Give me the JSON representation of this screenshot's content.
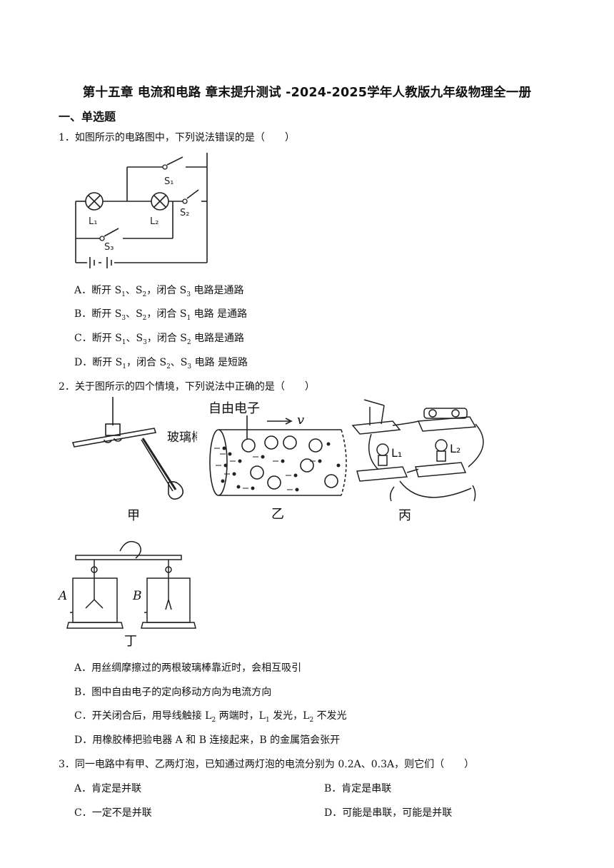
{
  "title": "第十五章 电流和电路 章末提升测试 -2024-2025学年人教版九年级物理全一册",
  "section": "一、单选题",
  "q1": {
    "stem": "1．如图所示的电路图中，下列说法错误的是（　　）",
    "labels": {
      "s1": "S₁",
      "s2": "S₂",
      "s3": "S₃",
      "l1": "L₁",
      "l2": "L₂"
    },
    "options": [
      {
        "letter": "A．",
        "pre": "断开 S",
        "a": "1",
        "mid": "、S",
        "b": "2",
        "mid2": "，闭合 S",
        "c": "3",
        "post": " 电路是通路"
      },
      {
        "letter": "B．",
        "pre": "断开 S",
        "a": "3",
        "mid": "、S",
        "b": "2",
        "mid2": "，闭合 S",
        "c": "1",
        "post": " 电路  是通路"
      },
      {
        "letter": "C．",
        "pre": "断开 S",
        "a": "1",
        "mid": "、S",
        "b": "3",
        "mid2": "，闭合 S",
        "c": "2",
        "post": " 电路是通路"
      },
      {
        "letter": "D．",
        "pre": "断开  S",
        "a": "1",
        "mid": "，闭合 S",
        "b": "2",
        "mid2": "、S",
        "c": "3",
        "post": " 电路  是短路"
      }
    ]
  },
  "q2": {
    "stem": "2．关于图所示的四个情境，下列说法中正确的是（　　）",
    "labels": {
      "glass_rod": "玻璃棒",
      "free_electron": "自由电子",
      "v": "v",
      "jia": "甲",
      "yi": "乙",
      "bing": "丙",
      "ding": "丁",
      "a": "A",
      "b": "B",
      "l1": "L₁",
      "l2": "L₂"
    },
    "options": [
      {
        "letter": "A．",
        "text": "用丝绸摩擦过的两根玻璃棒靠近时，会相互吸引"
      },
      {
        "letter": "B．",
        "text": "图中自由电子的定向移动方向为电流方向"
      },
      {
        "letter": "C．",
        "pre": "开关闭合后，用导线触接 L",
        "a": "2",
        "mid": " 两端时，L",
        "b": "1",
        "mid2": " 发光，L",
        "c": "2",
        "post": " 不发光"
      },
      {
        "letter": "D．",
        "text": "用橡胶棒把验电器 A 和 B 连接起来，B 的金属箔会张开"
      }
    ]
  },
  "q3": {
    "stem": "3．同一电路中有甲、乙两灯泡，已知通过两灯泡的电流分别为 0.2A、0.3A，则它们（　　）",
    "options": [
      {
        "letter": "A．",
        "text": "肯定是并联"
      },
      {
        "letter": "B．",
        "text": "肯定是串联"
      },
      {
        "letter": "C．",
        "text": "一定不是并联"
      },
      {
        "letter": "D．",
        "text": "可能是串联，可能是并联"
      }
    ]
  }
}
